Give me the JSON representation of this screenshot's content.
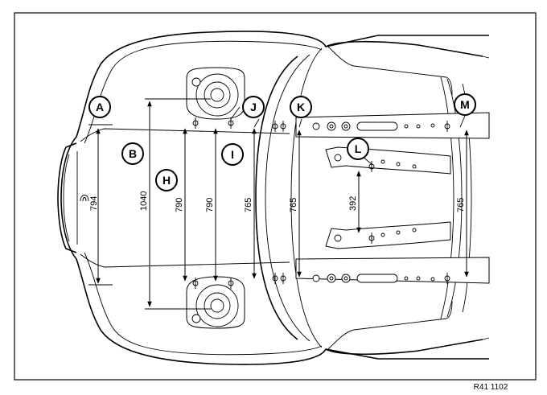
{
  "figure_ref": "R41 1102",
  "points": [
    "A",
    "B",
    "H",
    "I",
    "J",
    "K",
    "L",
    "M"
  ],
  "dimensions": {
    "A": "794",
    "H_outer": "1040",
    "H_inner": "790",
    "I": "790",
    "J": "765",
    "K": "765",
    "L": "392",
    "M": "765"
  }
}
